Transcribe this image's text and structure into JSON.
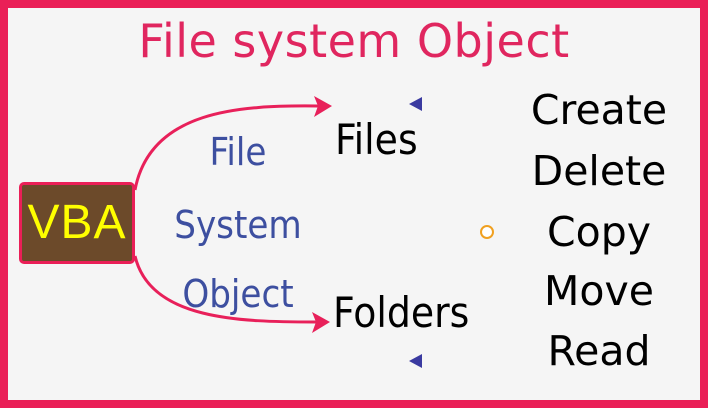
{
  "title": "File system Object",
  "vba_label": "VBA",
  "fso_lines": [
    "File",
    "System",
    "Object"
  ],
  "targets": {
    "files": "Files",
    "folders": "Folders"
  },
  "operations": [
    "Create",
    "Delete",
    "Copy",
    "Move",
    "Read"
  ],
  "colors": {
    "frame": "#ea1f57",
    "title": "#e0265f",
    "vba_fill": "#6c4a2a",
    "vba_text": "#ffff00",
    "fso_text": "#3d4fa0",
    "arrow": "#e8205a",
    "bracket": "#3a3aa0",
    "bracket_accent": "#f0a020"
  }
}
